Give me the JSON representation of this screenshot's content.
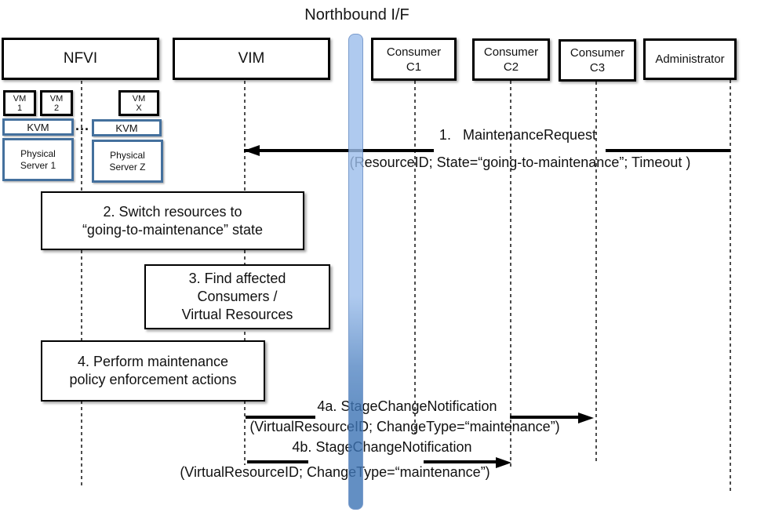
{
  "title": "Northbound I/F",
  "actors": [
    {
      "label": "NFVI"
    },
    {
      "label": "VIM"
    },
    {
      "label": "Consumer",
      "sublabel": "C1"
    },
    {
      "label": "Consumer",
      "sublabel": "C2"
    },
    {
      "label": "Consumer",
      "sublabel": "C3"
    },
    {
      "label": "Administrator"
    }
  ],
  "nfvi_internal": {
    "vm1_line1": "VM",
    "vm1_line2": "1",
    "vm2_line1": "VM",
    "vm2_line2": "2",
    "vmx_line1": "VM",
    "vmx_line2": "X",
    "kvm_left": "KVM",
    "kvm_right": "KVM",
    "ellipsis": "...",
    "server1_line1": "Physical",
    "server1_line2": "Server 1",
    "serverz_line1": "Physical",
    "serverz_line2": "Server Z"
  },
  "messages": {
    "msg1": {
      "title": "1.   MaintenanceRequest",
      "params": "(ResourceID; State=“going-to-maintenance”; Timeout )",
      "from": "Administrator",
      "to": "VIM",
      "direction": "left"
    },
    "msg4a": {
      "title": "4a. StageChangeNotification",
      "params": "(VirtualResourceID; ChangeType=“maintenance”)",
      "from": "VIM",
      "to": "Consumer C3",
      "direction": "right"
    },
    "msg4b": {
      "title": "4b. StageChangeNotification",
      "params": "(VirtualResourceID; ChangeType=“maintenance”)",
      "from": "VIM",
      "to": "Consumer C2",
      "direction": "right"
    }
  },
  "steps": {
    "step2_line1": "2. Switch resources to",
    "step2_line2": "“going-to-maintenance” state",
    "step3_line1": "3. Find affected",
    "step3_line2": "Consumers /",
    "step3_line3": "Virtual Resources",
    "step4_line1": "4. Perform maintenance",
    "step4_line2": "policy enforcement actions"
  },
  "colors": {
    "box_border_black": "#000000",
    "inner_box_border_blue": "#44709D",
    "northbound_bar_top": "#9CBEEC",
    "northbound_bar_bottom": "#3D74B5",
    "lifeline_gray": "#4D4D4D"
  }
}
